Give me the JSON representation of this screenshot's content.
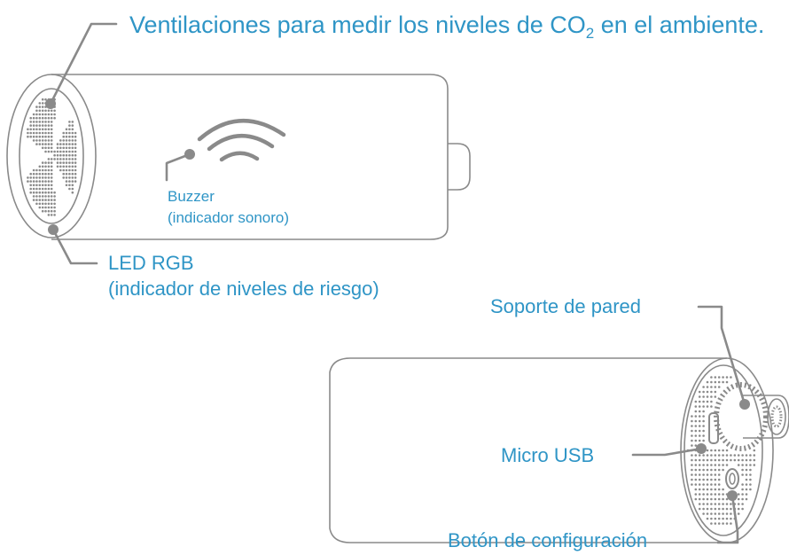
{
  "diagram": {
    "labels": {
      "vents": "Ventilaciones para medir los niveles de CO",
      "vents_sub": "2",
      "vents_end": " en el ambiente.",
      "buzzer_line1": "Buzzer",
      "buzzer_line2": "(indicador sonoro)",
      "led_line1": "LED RGB",
      "led_line2": "(indicador de niveles de riesgo)",
      "wall_mount": "Soporte de pared",
      "micro_usb": "Micro USB",
      "config_button": "Botón de configuración"
    },
    "colors": {
      "label": "#2f95c6",
      "line": "#8a8a8a"
    },
    "icons": [
      "sound-waves-icon",
      "vent-grille-icon",
      "threaded-mount-icon",
      "usb-port-icon",
      "button-icon"
    ]
  }
}
